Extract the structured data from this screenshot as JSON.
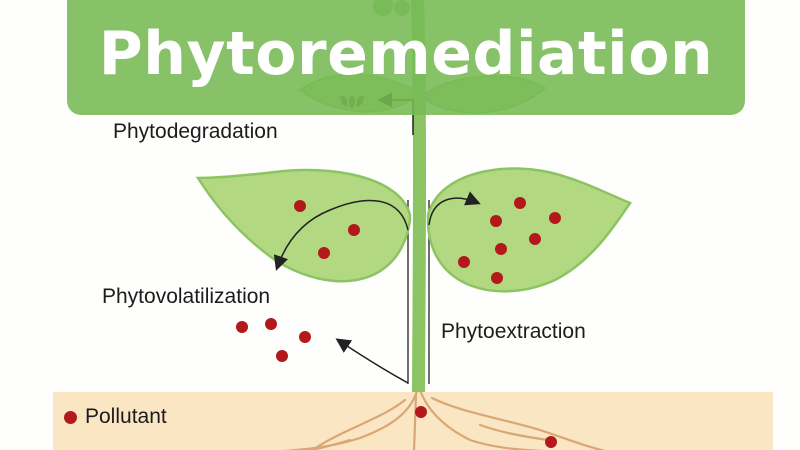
{
  "title": "Phytoremediation",
  "labels": {
    "phytodegradation": "Phytodegradation",
    "phytovolatilization": "Phytovolatilization",
    "phytoextraction": "Phytoextraction"
  },
  "legend": {
    "pollutant": "Pollutant"
  },
  "colors": {
    "banner": "#76ba54",
    "leaf": "#b2d982",
    "stem": "#8cc463",
    "soil": "#fbe6c4",
    "root": "#d9a774",
    "pollutant": "#b3191b"
  }
}
